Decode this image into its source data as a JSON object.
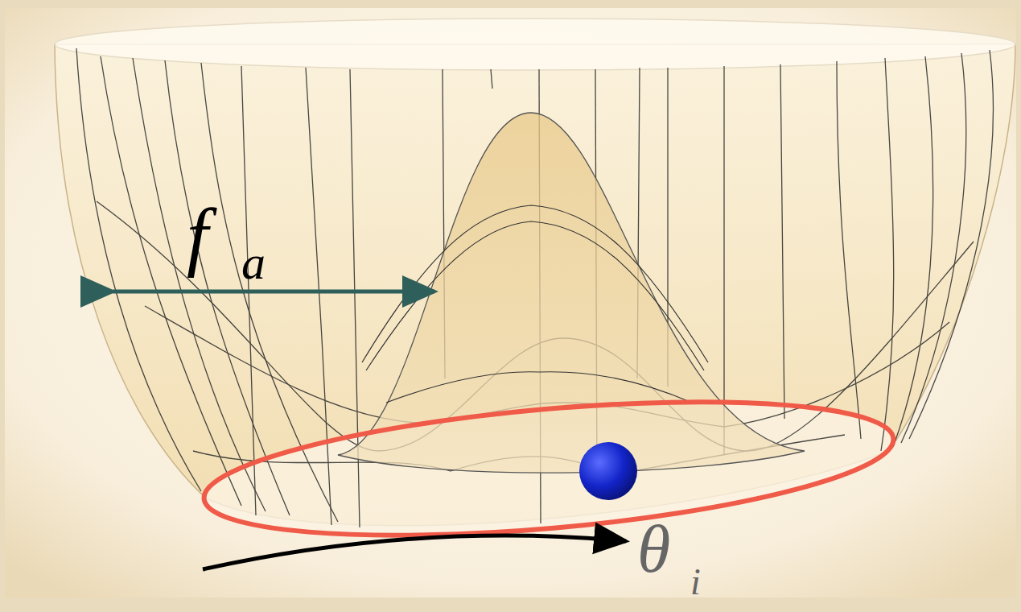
{
  "diagram": {
    "labels": [
      "f",
      "a",
      "θ",
      "i"
    ]
  }
}
